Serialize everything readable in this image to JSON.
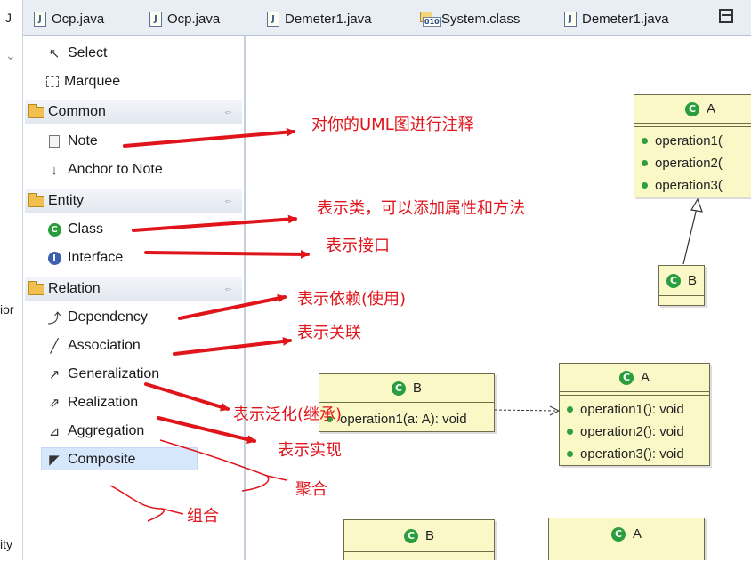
{
  "tabs": [
    {
      "label": "Ocp.java",
      "icon": "java-file-icon"
    },
    {
      "label": "Ocp.java",
      "icon": "java-file-icon"
    },
    {
      "label": "Demeter1.java",
      "icon": "java-file-icon"
    },
    {
      "label": "System.class",
      "icon": "class-file-icon"
    },
    {
      "label": "Demeter1.java",
      "icon": "java-file-icon"
    }
  ],
  "left_strip": {
    "tab_glyph": "J",
    "clipped_1": "ior",
    "clipped_2": "ity"
  },
  "palette": {
    "tools": {
      "select": "Select",
      "marquee": "Marquee"
    },
    "drawers": {
      "common": {
        "label": "Common",
        "items": [
          "Note",
          "Anchor to Note"
        ]
      },
      "entity": {
        "label": "Entity",
        "items": [
          "Class",
          "Interface"
        ]
      },
      "relation": {
        "label": "Relation",
        "items": [
          "Dependency",
          "Association",
          "Generalization",
          "Realization",
          "Aggregation",
          "Composite"
        ]
      }
    },
    "selected_item": "Composite"
  },
  "canvas": {
    "class_a_top": {
      "name": "A",
      "ops": [
        "operation1(",
        "operation2(",
        "operation3("
      ]
    },
    "class_b_small": {
      "name": "B"
    },
    "class_b_mid": {
      "name": "B",
      "ops": [
        "operation1(a: A): void"
      ]
    },
    "class_a_mid": {
      "name": "A",
      "ops": [
        "operation1(): void",
        "operation2(): void",
        "operation3(): void"
      ]
    },
    "class_b_bottom": {
      "name": "B"
    },
    "class_a_bottom": {
      "name": "A"
    }
  },
  "annotations": {
    "note": "对你的UML图进行注释",
    "class": "表示类，可以添加属性和方法",
    "interface": "表示接口",
    "dependency": "表示依赖(使用)",
    "association": "表示关联",
    "generalization": "表示泛化(继承)",
    "realization": "表示实现",
    "aggregation": "聚合",
    "composite": "组合"
  },
  "colors": {
    "annotation_red": "#e0141b",
    "uml_fill": "#fbf8c8",
    "selection": "#d6e6fb",
    "class_icon_green": "#2a9d3c",
    "interface_icon_blue": "#3d5fb0"
  }
}
